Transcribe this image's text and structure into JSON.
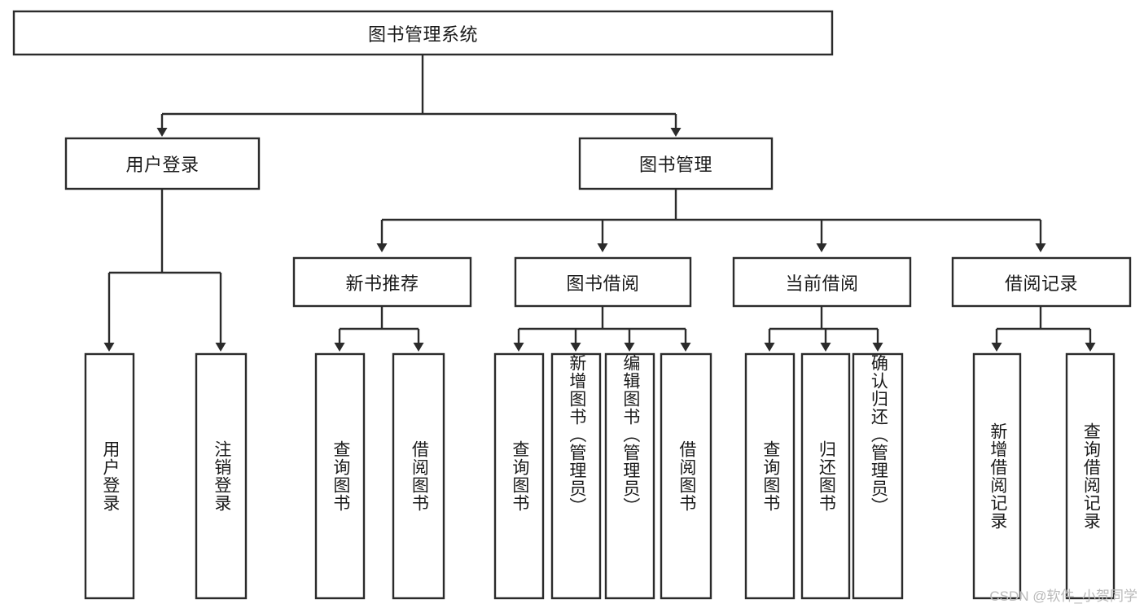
{
  "diagram": {
    "type": "hierarchy-tree",
    "title": "图书管理系统",
    "watermark": "CSDN @软件_小贺同学",
    "colors": {
      "box_stroke": "#2b2b2b",
      "box_fill": "#ffffff",
      "text": "#1a1a1a",
      "background": "#ffffff",
      "watermark": "#b9b9b9"
    },
    "levels": {
      "root": {
        "label": "图书管理系统"
      },
      "level2": [
        {
          "label": "用户登录"
        },
        {
          "label": "图书管理"
        }
      ],
      "level3": [
        {
          "label": "新书推荐"
        },
        {
          "label": "图书借阅"
        },
        {
          "label": "当前借阅"
        },
        {
          "label": "借阅记录"
        }
      ],
      "leaves": {
        "user_login": [
          {
            "label": "用户登录"
          },
          {
            "label": "注销登录"
          }
        ],
        "new_book_recommend": [
          {
            "label": "查询图书"
          },
          {
            "label": "借阅图书"
          }
        ],
        "book_borrow": [
          {
            "label": "查询图书"
          },
          {
            "label": "新增图书（管理员）"
          },
          {
            "label": "编辑图书（管理员）"
          },
          {
            "label": "借阅图书"
          }
        ],
        "current_borrow": [
          {
            "label": "查询图书"
          },
          {
            "label": "归还图书"
          },
          {
            "label": "确认归还（管理员）"
          }
        ],
        "borrow_record": [
          {
            "label": "新增借阅记录"
          },
          {
            "label": "查询借阅记录"
          }
        ]
      }
    },
    "edges": [
      {
        "from": "图书管理系统",
        "to": "用户登录"
      },
      {
        "from": "图书管理系统",
        "to": "图书管理"
      },
      {
        "from": "用户登录",
        "to": "用户登录"
      },
      {
        "from": "用户登录",
        "to": "注销登录"
      },
      {
        "from": "图书管理",
        "to": "新书推荐"
      },
      {
        "from": "图书管理",
        "to": "图书借阅"
      },
      {
        "from": "图书管理",
        "to": "当前借阅"
      },
      {
        "from": "图书管理",
        "to": "借阅记录"
      },
      {
        "from": "新书推荐",
        "to": "查询图书"
      },
      {
        "from": "新书推荐",
        "to": "借阅图书"
      },
      {
        "from": "图书借阅",
        "to": "查询图书"
      },
      {
        "from": "图书借阅",
        "to": "新增图书（管理员）"
      },
      {
        "from": "图书借阅",
        "to": "编辑图书（管理员）"
      },
      {
        "from": "图书借阅",
        "to": "借阅图书"
      },
      {
        "from": "当前借阅",
        "to": "查询图书"
      },
      {
        "from": "当前借阅",
        "to": "归还图书"
      },
      {
        "from": "当前借阅",
        "to": "确认归还（管理员）"
      },
      {
        "from": "借阅记录",
        "to": "新增借阅记录"
      },
      {
        "from": "借阅记录",
        "to": "查询借阅记录"
      }
    ]
  }
}
